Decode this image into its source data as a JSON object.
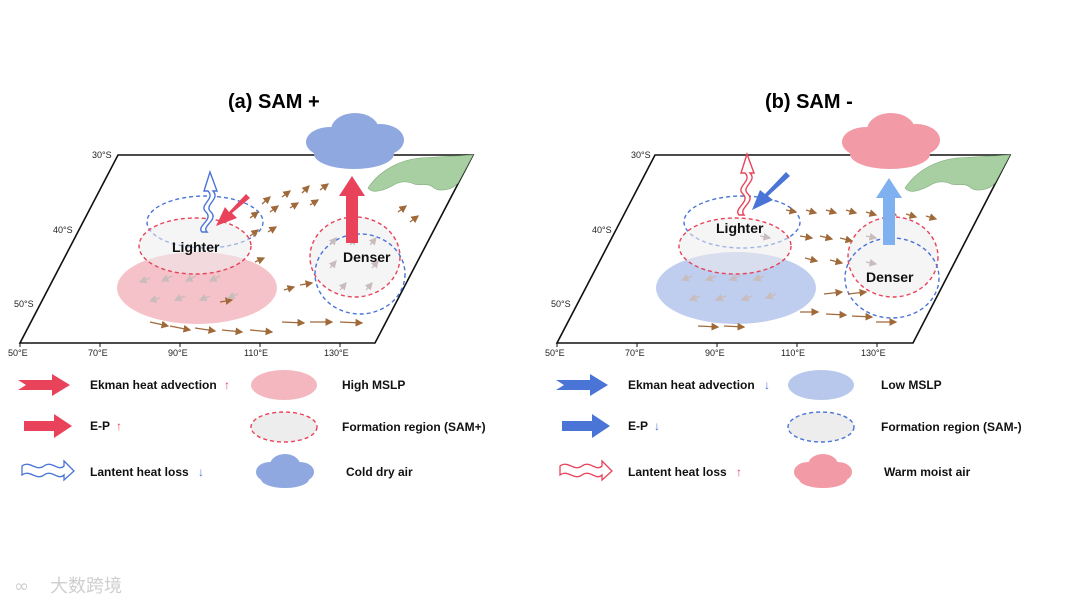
{
  "colors": {
    "red": "#e8435a",
    "blue": "#4a74d6",
    "light_red": "#f4b7bf",
    "light_blue": "#b8c8ec",
    "cloud_blue": "#8fa8e0",
    "cloud_red": "#f29aa5",
    "land": "#a7cfa2",
    "brown_arrow": "#a0693a"
  },
  "panels": {
    "a": {
      "title": "(a) SAM +",
      "lighter": "Lighter",
      "denser": "Denser",
      "lat_labels": [
        "30°S",
        "40°S",
        "50°S"
      ],
      "lon_labels": [
        "50°E",
        "70°E",
        "90°E",
        "110°E",
        "130°E"
      ]
    },
    "b": {
      "title": "(b) SAM -",
      "lighter": "Lighter",
      "denser": "Denser",
      "lat_labels": [
        "30°S",
        "40°S",
        "50°S"
      ],
      "lon_labels": [
        "50°E",
        "70°E",
        "90°E",
        "110°E",
        "130°E"
      ]
    }
  },
  "legend": {
    "a": {
      "ekman": "Ekman heat advection",
      "ekman_arrow": "↑",
      "ep": "E-P",
      "ep_arrow": "↑",
      "latent": "Lantent heat loss",
      "latent_arrow": "↓",
      "mslp": "High MSLP",
      "formation": "Formation region (SAM+)",
      "air": "Cold dry air"
    },
    "b": {
      "ekman": "Ekman heat advection",
      "ekman_arrow": "↓",
      "ep": "E-P",
      "ep_arrow": "↓",
      "latent": "Lantent heat loss",
      "latent_arrow": "↑",
      "mslp": "Low MSLP",
      "formation": "Formation region (SAM-)",
      "air": "Warm moist air"
    }
  },
  "watermark": "大数跨境"
}
